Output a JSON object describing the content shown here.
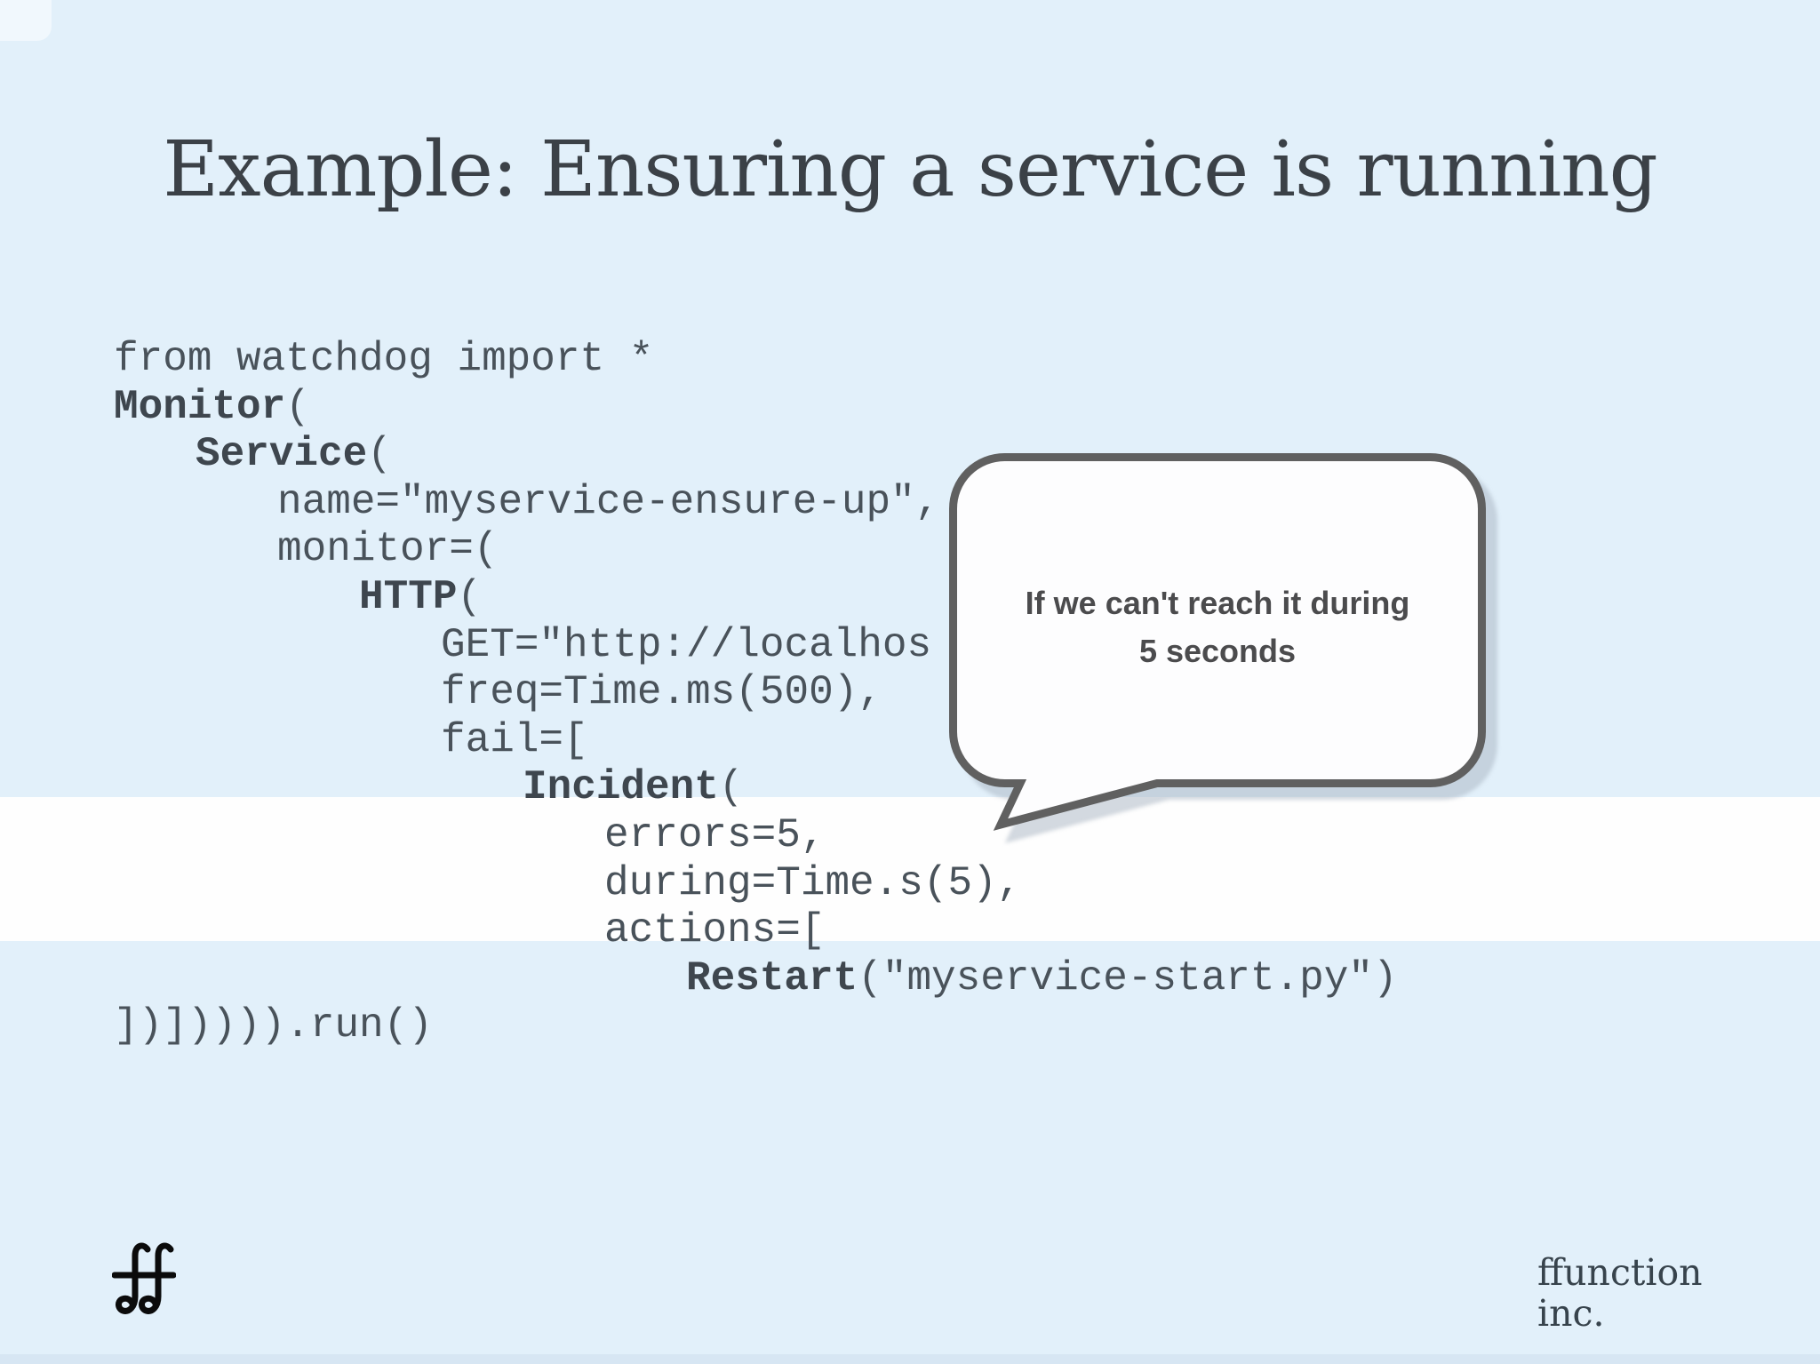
{
  "slide": {
    "title": "Example: Ensuring a service is running",
    "code": {
      "lines": [
        {
          "indent": 0,
          "segments": [
            {
              "t": "from watchdog import *",
              "b": false
            }
          ]
        },
        {
          "indent": 0,
          "segments": [
            {
              "t": "Monitor",
              "b": true
            },
            {
              "t": "(",
              "b": false
            }
          ]
        },
        {
          "indent": 1,
          "segments": [
            {
              "t": "Service",
              "b": true
            },
            {
              "t": "(",
              "b": false
            }
          ]
        },
        {
          "indent": 2,
          "segments": [
            {
              "t": "name=\"myservice-ensure-up\",",
              "b": false
            }
          ]
        },
        {
          "indent": 2,
          "segments": [
            {
              "t": "monitor=(",
              "b": false
            }
          ]
        },
        {
          "indent": 3,
          "segments": [
            {
              "t": "HTTP",
              "b": true
            },
            {
              "t": "(",
              "b": false
            }
          ]
        },
        {
          "indent": 4,
          "segments": [
            {
              "t": "GET=\"http://localhos",
              "b": false
            }
          ]
        },
        {
          "indent": 4,
          "segments": [
            {
              "t": "freq=Time.ms(500),",
              "b": false
            }
          ]
        },
        {
          "indent": 4,
          "segments": [
            {
              "t": "fail=[",
              "b": false
            }
          ]
        },
        {
          "indent": 5,
          "segments": [
            {
              "t": "Incident",
              "b": true
            },
            {
              "t": "(",
              "b": false
            }
          ]
        },
        {
          "indent": 6,
          "segments": [
            {
              "t": "errors=5,",
              "b": false
            }
          ]
        },
        {
          "indent": 6,
          "segments": [
            {
              "t": "during=Time.s(5),",
              "b": false
            }
          ]
        },
        {
          "indent": 6,
          "segments": [
            {
              "t": "actions=[",
              "b": false
            }
          ]
        },
        {
          "indent": 7,
          "segments": [
            {
              "t": "Restart",
              "b": true
            },
            {
              "t": "(\"myservice-start.py\")",
              "b": false
            }
          ]
        },
        {
          "indent": 0,
          "segments": [
            {
              "t": "])])))).run()",
              "b": false
            }
          ]
        }
      ]
    },
    "callout": {
      "line1": "If we can't reach it during",
      "line2": "5 seconds"
    },
    "footer": {
      "line1": "ffunction",
      "line2": "inc."
    },
    "colors": {
      "background": "#e2f0fa",
      "highlight_band": "#fefefe",
      "bottom_strip": "#d7e6f3",
      "title_text": "#3b4147",
      "code_text": "#49525a",
      "code_keyword": "#3e464e",
      "bubble_fill": "#fdfdfe",
      "bubble_border": "#606060",
      "bubble_text": "#4b4b4d",
      "bubble_shadow": "rgba(168,180,194,0.5)",
      "footer_text": "#37434c",
      "logo": "#0b0b0b"
    }
  }
}
